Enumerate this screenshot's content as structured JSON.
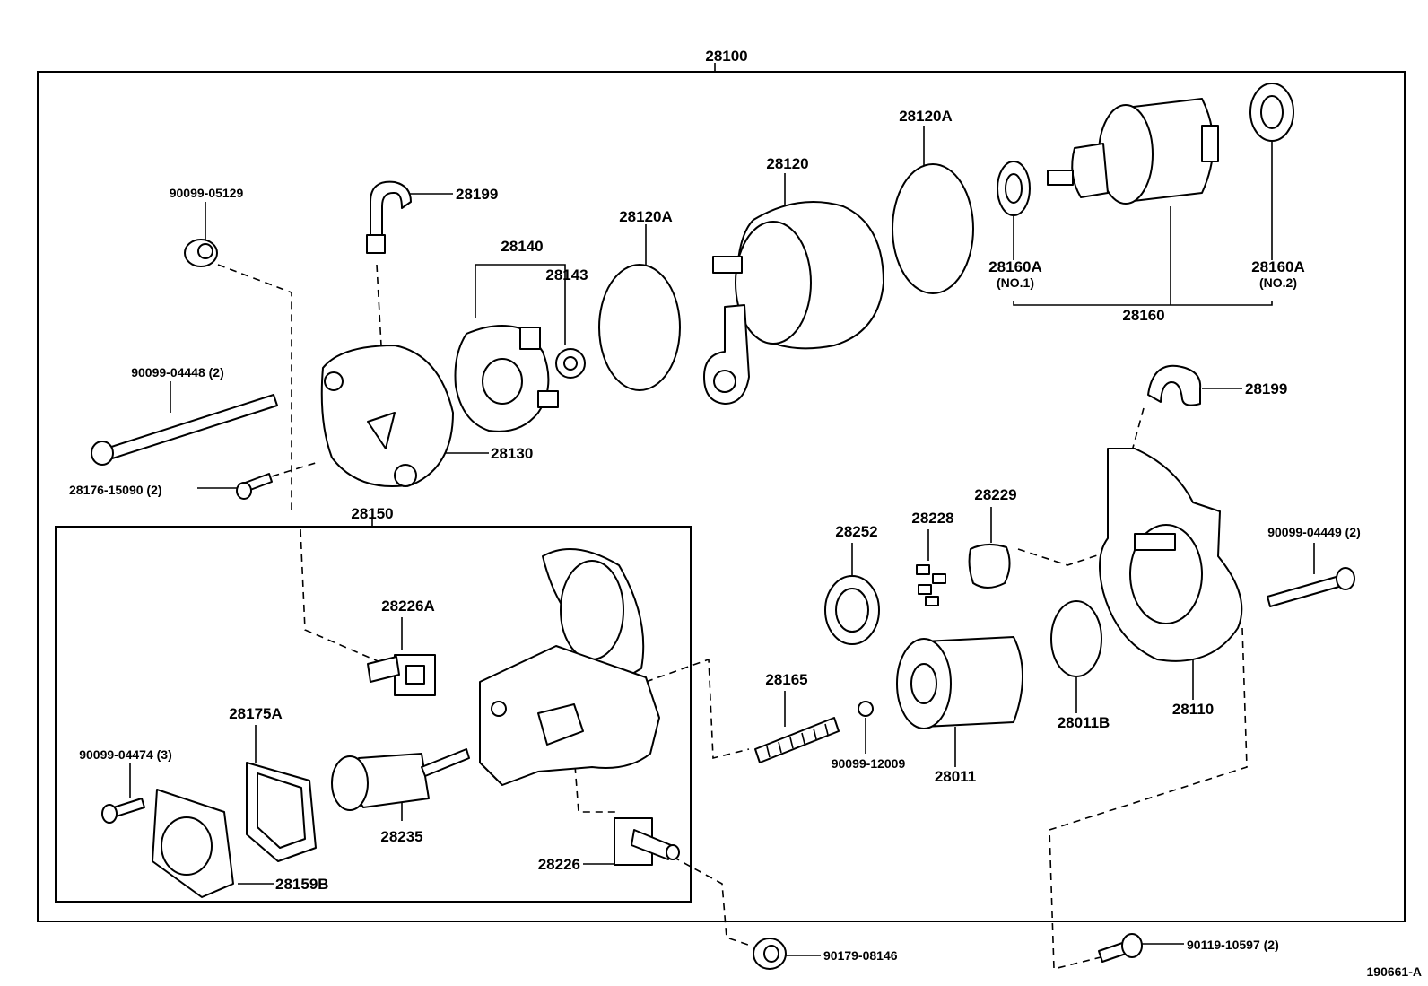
{
  "labels": {
    "assembly": "28100",
    "sub_assembly": "28150",
    "bolt_top": "90099-05129",
    "ear_tube_top": "28199",
    "ear_tube_right": "28199",
    "brush_holder": "28140",
    "brush_spring": "28143",
    "o_ring_left": "28120A",
    "o_ring_right": "28120A",
    "yoke": "28120",
    "bearing_no1": "28160A",
    "bearing_no1_note": "(NO.1)",
    "bearing_no2": "28160A",
    "bearing_no2_note": "(NO.2)",
    "armature": "28160",
    "through_bolt": "90099-04448 (2)",
    "end_frame": "28130",
    "screw_end_frame": "28176-15090 (2)",
    "terminal_a": "28226A",
    "gasket": "28175A",
    "screw_cover": "90099-04474 (3)",
    "plunger": "28235",
    "cover": "28159B",
    "terminal": "28226",
    "nut_bottom": "90179-08146",
    "gear": "28252",
    "roller": "28228",
    "retainer": "28229",
    "spring": "28165",
    "ball": "90099-12009",
    "clutch": "28011",
    "o_ring_housing": "28011B",
    "housing": "28110",
    "bolt_housing": "90099-04449 (2)",
    "bolt_bottom": "90119-10597 (2)",
    "figure_number": "190661-A"
  }
}
